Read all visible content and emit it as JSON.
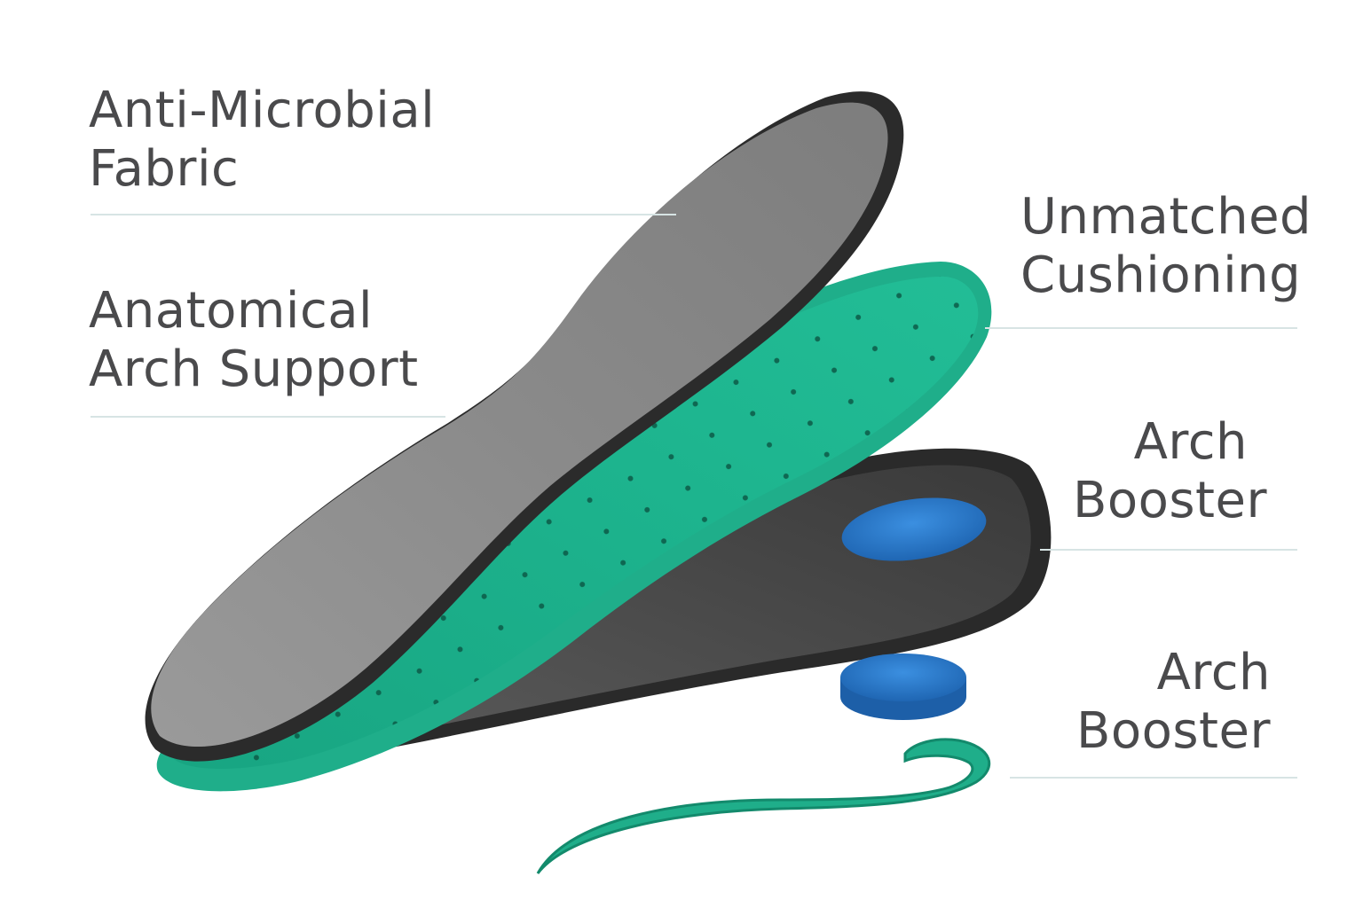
{
  "labels": {
    "fabric": {
      "line1": "Anti-Microbial",
      "line2": "Fabric"
    },
    "arch_support": {
      "line1": "Anatomical",
      "line2": "Arch Support"
    },
    "cushioning": {
      "line1": "Unmatched",
      "line2": "Cushioning"
    },
    "booster_1": {
      "line1": "Arch",
      "line2": "Booster"
    },
    "booster_2": {
      "line1": "Arch",
      "line2": "Booster"
    }
  },
  "colors": {
    "text": "#4a4a4c",
    "rule": "#d7e4e4",
    "fabric_top": "#8f8f8f",
    "fabric_edge": "#2b2b2b",
    "foam_green": "#1fae8a",
    "foam_green_dark": "#138a6c",
    "shell_dark": "#2a2a2a",
    "booster_blue": "#2a78c8"
  }
}
